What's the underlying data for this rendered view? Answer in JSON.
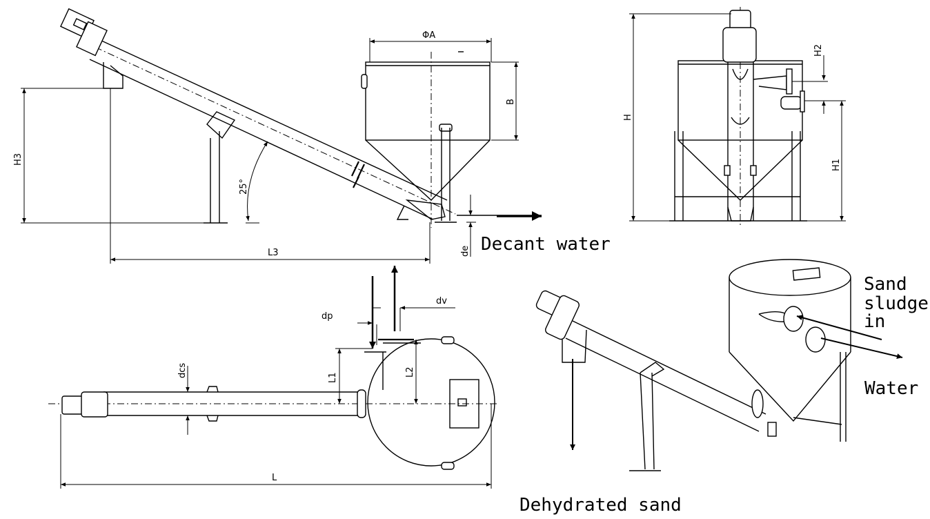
{
  "dimensions": {
    "phi_a": "ΦA",
    "b": "B",
    "h3": "H3",
    "angle": "25°",
    "l3": "L3",
    "de": "de",
    "h": "H",
    "h2": "H2",
    "h1": "H1",
    "dp": "dp",
    "dv": "dv",
    "dcs": "dcs",
    "l1": "L1",
    "l2": "L2",
    "l": "L"
  },
  "flows": {
    "decant_water": "Decant water",
    "sand_sludge_line1": "Sand",
    "sand_sludge_line2": "sludge",
    "sand_sludge_line3": "in",
    "water": "Water",
    "dehydrated_sand": "Dehydrated sand"
  }
}
